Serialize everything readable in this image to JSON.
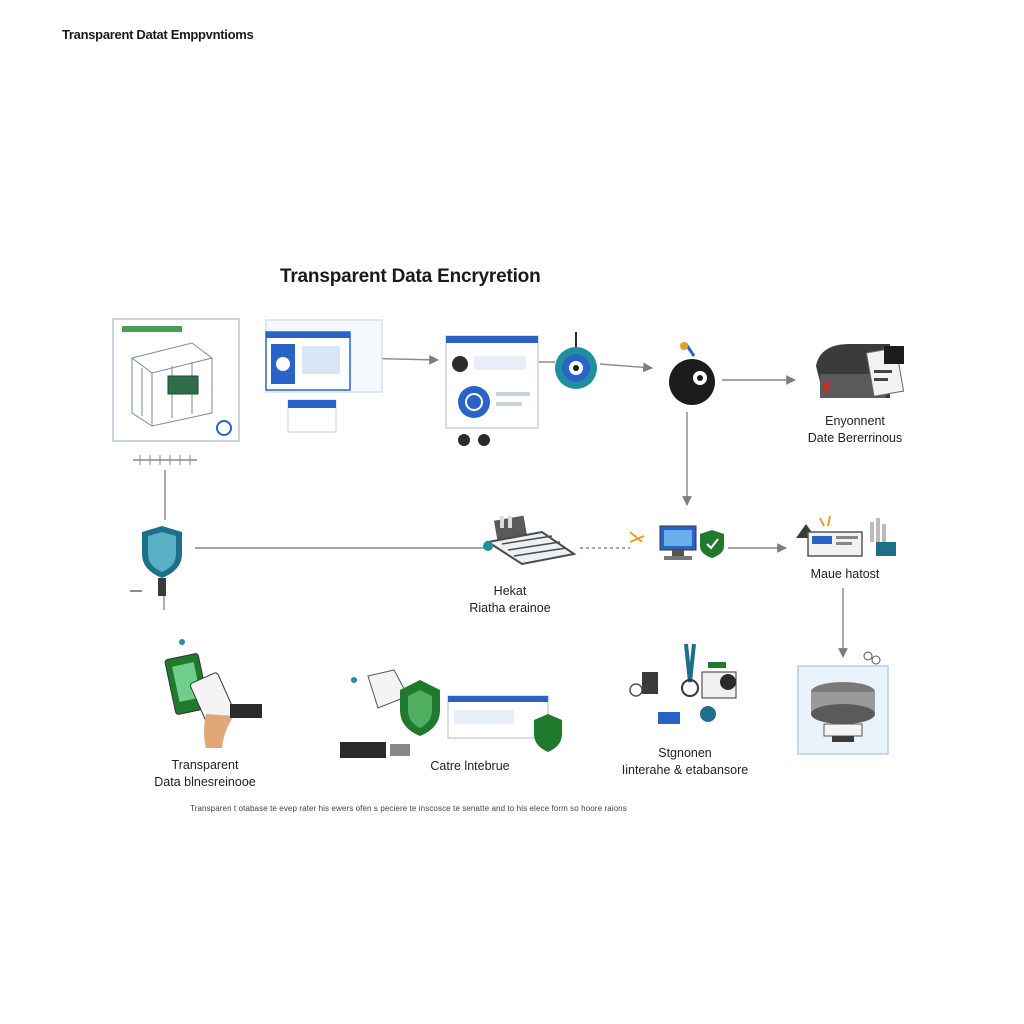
{
  "header": {
    "corner_title": "Transparent Datat Emppvntioms",
    "main_title": "Transparent Data Encryretion"
  },
  "nodes": [
    {
      "id": "server-1",
      "icon": "server-rack-icon"
    },
    {
      "id": "window-1",
      "icon": "app-window-icon"
    },
    {
      "id": "window-2",
      "icon": "app-window-icon"
    },
    {
      "id": "key-1",
      "icon": "encryption-key-icon"
    },
    {
      "id": "bomb-1",
      "icon": "bomb-icon"
    },
    {
      "id": "printer-1",
      "icon": "card-printer-icon",
      "label_line1": "Enyonnent",
      "label_line2": "Date Bererrinous"
    },
    {
      "id": "shield-1",
      "icon": "shield-lock-icon"
    },
    {
      "id": "machine-1",
      "icon": "processing-machine-icon",
      "label_line1": "Hekat",
      "label_line2": "Riatha erainoe"
    },
    {
      "id": "monitor-1",
      "icon": "monitor-shield-icon"
    },
    {
      "id": "host-1",
      "icon": "host-equipment-icon",
      "label_line1": "Maue hatost"
    },
    {
      "id": "device-1",
      "icon": "handheld-device-icon",
      "label_line1": "Transparent",
      "label_line2": "Data blnesreinooe"
    },
    {
      "id": "network-1",
      "icon": "shield-network-icon",
      "label_line1": "Catre lntebrue"
    },
    {
      "id": "tools-1",
      "icon": "tools-icon",
      "label_line1": "Stgnonen",
      "label_line2": "Iinterahe & etabansore"
    },
    {
      "id": "storage-1",
      "icon": "storage-unit-icon"
    }
  ],
  "footnote": "Transparen t otabase te evep rater his ewers ofen s peciere te inscosce te senatte and to his elece form so hoore raions",
  "colors": {
    "accent_blue": "#2a63c8",
    "accent_teal": "#1f8fa0",
    "accent_green": "#1f7a2e",
    "line_gray": "#8a8a8a",
    "panel_border": "#c9d3e0"
  }
}
